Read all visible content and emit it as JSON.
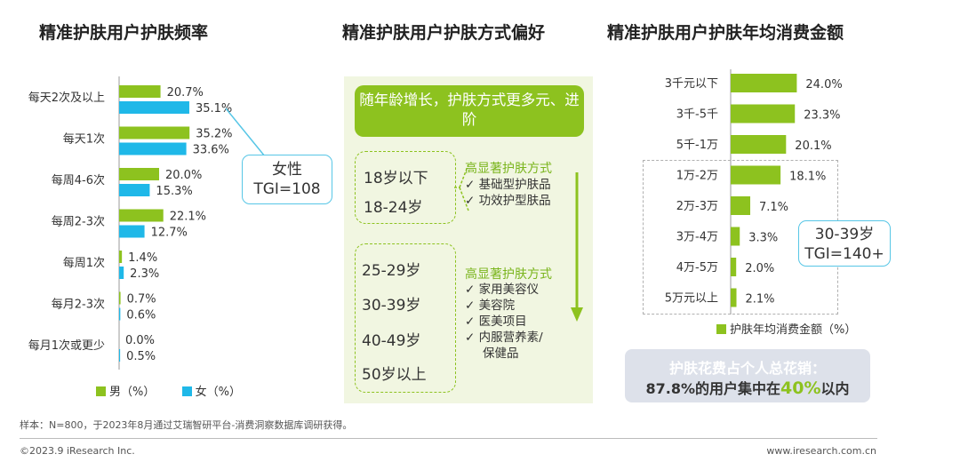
{
  "panel1": {
    "title": "精准护肤用户护肤频率",
    "tgi_line1": "女性",
    "tgi_line2": "TGI=108"
  },
  "panel2": {
    "title": "精准护肤用户护肤方式偏好",
    "header": "随年龄增长，护肤方式更多元、进阶",
    "group1": {
      "ages": [
        "18岁以下",
        "18-24岁"
      ],
      "pref_title": "高显著护肤方式",
      "items": [
        "✓ 基础型护肤品",
        "✓ 功效护型肤品"
      ]
    },
    "group2": {
      "ages": [
        "25-29岁",
        "30-39岁",
        "40-49岁",
        "50岁以上"
      ],
      "pref_title": "高显著护肤方式",
      "items": [
        "✓ 家用美容仪",
        "✓ 美容院",
        "✓ 医美项目",
        "✓ 内服营养素/",
        "保健品"
      ]
    }
  },
  "panel3": {
    "title": "精准护肤用户护肤年均消费金额",
    "tgi_line1": "30-39岁",
    "tgi_line2": "TGI=140+",
    "summary_line1": "护肤花费占个人总花销：",
    "summary_line2_a": "87.8%的用户集中在",
    "summary_line2_hl": "40%",
    "summary_line2_b": "以内"
  },
  "colors": {
    "green": "#8dc21f",
    "blue": "#1fb8e8",
    "light_blue": "#57c6e6",
    "panel_bg": "#f1f6e1"
  },
  "chart_data": [
    {
      "type": "bar",
      "orientation": "horizontal",
      "categories": [
        "每天2次及以上",
        "每天1次",
        "每周4-6次",
        "每周2-3次",
        "每周1次",
        "每月2-3次",
        "每月1次或更少"
      ],
      "series": [
        {
          "name": "男（%）",
          "values": [
            20.7,
            35.2,
            20.0,
            22.1,
            1.4,
            0.7,
            0.0
          ],
          "labels": [
            "20.7%",
            "35.2%",
            "20.0%",
            "22.1%",
            "1.4%",
            "0.7%",
            "0.0%"
          ],
          "color": "#8dc21f"
        },
        {
          "name": "女（%）",
          "values": [
            35.1,
            33.6,
            15.3,
            12.7,
            2.3,
            0.6,
            0.5
          ],
          "labels": [
            "35.1%",
            "33.6%",
            "15.3%",
            "12.7%",
            "2.3%",
            "0.6%",
            "0.5%"
          ],
          "color": "#1fb8e8"
        }
      ],
      "legend_position": "bottom-left"
    },
    {
      "type": "bar",
      "orientation": "horizontal",
      "categories": [
        "3千元以下",
        "3千-5千",
        "5千-1万",
        "1万-2万",
        "2万-3万",
        "3万-4万",
        "4万-5万",
        "5万元以上"
      ],
      "series": [
        {
          "name": "护肤年均消费金额（%）",
          "values": [
            24.0,
            23.3,
            20.1,
            18.1,
            7.1,
            3.3,
            2.0,
            2.1
          ],
          "labels": [
            "24.0%",
            "23.3%",
            "20.1%",
            "18.1%",
            "7.1%",
            "3.3%",
            "2.0%",
            "2.1%"
          ],
          "color": "#8dc21f"
        }
      ],
      "legend_position": "bottom"
    }
  ],
  "footer": {
    "note": "样本：N=800，于2023年8月通过艾瑞智研平台-消费洞察数据库调研获得。",
    "copyright": "©2023.9 iResearch Inc.",
    "website": "www.iresearch.com.cn"
  }
}
